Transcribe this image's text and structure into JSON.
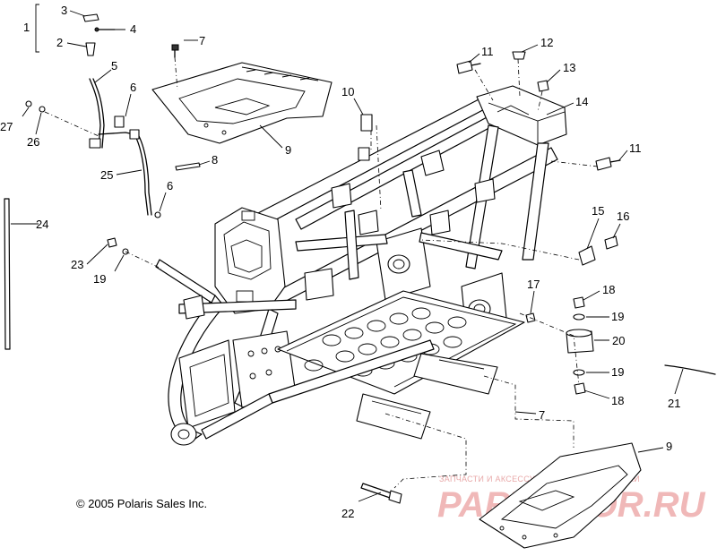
{
  "callouts": [
    {
      "id": "c1",
      "text": "1"
    },
    {
      "id": "c2",
      "text": "2"
    },
    {
      "id": "c3",
      "text": "3"
    },
    {
      "id": "c4",
      "text": "4"
    },
    {
      "id": "c5",
      "text": "5"
    },
    {
      "id": "c6a",
      "text": "6"
    },
    {
      "id": "c6b",
      "text": "6"
    },
    {
      "id": "c7a",
      "text": "7"
    },
    {
      "id": "c7b",
      "text": "7"
    },
    {
      "id": "c8",
      "text": "8"
    },
    {
      "id": "c9a",
      "text": "9"
    },
    {
      "id": "c9b",
      "text": "9"
    },
    {
      "id": "c10",
      "text": "10"
    },
    {
      "id": "c11a",
      "text": "11"
    },
    {
      "id": "c11b",
      "text": "11"
    },
    {
      "id": "c12",
      "text": "12"
    },
    {
      "id": "c13",
      "text": "13"
    },
    {
      "id": "c14",
      "text": "14"
    },
    {
      "id": "c15",
      "text": "15"
    },
    {
      "id": "c16",
      "text": "16"
    },
    {
      "id": "c17",
      "text": "17"
    },
    {
      "id": "c18a",
      "text": "18"
    },
    {
      "id": "c18b",
      "text": "18"
    },
    {
      "id": "c19a",
      "text": "19"
    },
    {
      "id": "c19b",
      "text": "19"
    },
    {
      "id": "c19c",
      "text": "19"
    },
    {
      "id": "c20",
      "text": "20"
    },
    {
      "id": "c21",
      "text": "21"
    },
    {
      "id": "c22",
      "text": "22"
    },
    {
      "id": "c23",
      "text": "23"
    },
    {
      "id": "c24",
      "text": "24"
    },
    {
      "id": "c25",
      "text": "25"
    },
    {
      "id": "c26",
      "text": "26"
    },
    {
      "id": "c27",
      "text": "27"
    }
  ],
  "copyright": "© 2005 Polaris Sales Inc.",
  "watermark": {
    "tagline": "ЗАПЧАСТИ И АКСЕССУАРЫ ДЛЯ МОТОТЕХНИКИ",
    "logo": "PARTS-FOR.RU"
  }
}
